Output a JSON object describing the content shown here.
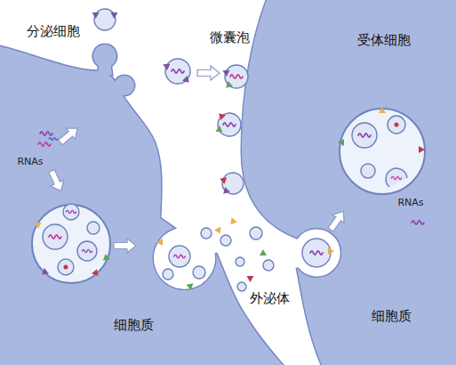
{
  "diagram": {
    "nodes": [
      {
        "text": [
          "分泌细胞",
          "RNAs",
          "细胞质"
        ]
      },
      {
        "text": [
          "受体细胞",
          "RNAs",
          "细胞质"
        ]
      }
    ],
    "labels": [
      "微囊泡",
      "外泌体"
    ]
  }
}
